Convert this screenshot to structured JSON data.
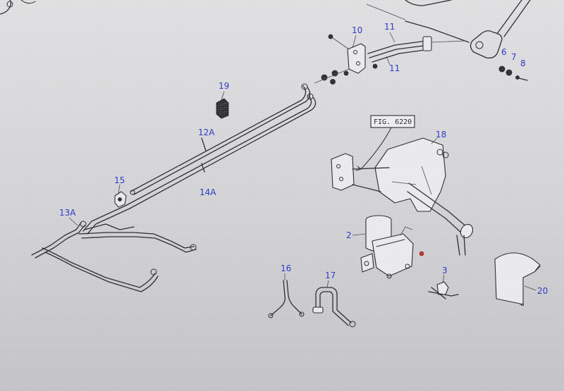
{
  "callouts": {
    "c10": "10",
    "c11_top": "11",
    "c11_bottom": "11",
    "c6": "6",
    "c7": "7",
    "c8": "8",
    "c19": "19",
    "c12a": "12A",
    "c14a": "14A",
    "c15": "15",
    "c13a": "13A",
    "c18": "18",
    "c2": "2",
    "c3": "3",
    "c16": "16",
    "c17": "17",
    "c20": "20"
  },
  "figure_reference": "FIG. 6220",
  "colors": {
    "callout_text": "#2a36c8",
    "line_art": "#2a2a2e",
    "accent_red": "#c0392b"
  }
}
